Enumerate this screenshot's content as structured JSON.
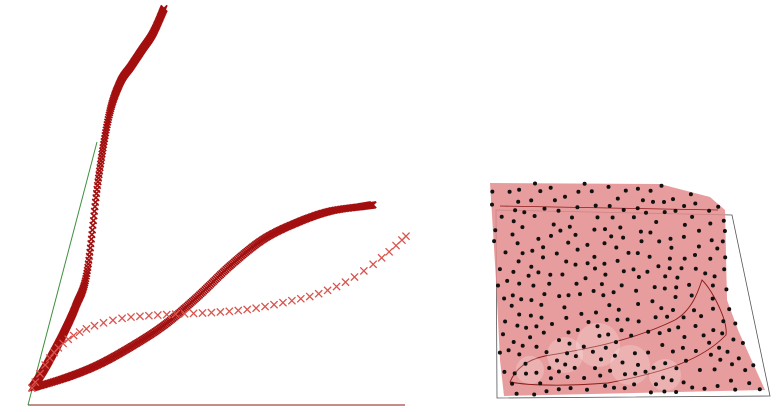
{
  "chart_data": [
    {
      "type": "line",
      "title": "",
      "xlabel": "",
      "ylabel": "",
      "axis_colors": {
        "x": "#8b1a1a",
        "y": "#3f8f3f"
      },
      "series": [
        {
          "marker": "x",
          "color": "#a30f0f",
          "x": [
            0,
            0.1,
            0.2,
            0.3,
            0.4,
            0.5,
            0.6,
            0.7,
            0.8,
            0.9,
            1.0,
            1.1,
            1.2
          ],
          "y": [
            0.0,
            0.1,
            0.22,
            0.35,
            0.5,
            0.7,
            1.25,
            1.65,
            1.85,
            1.95,
            2.05,
            2.15,
            2.3
          ],
          "spacing": "dense"
        },
        {
          "marker": "x",
          "color": "#a30f0f",
          "x": [
            0,
            0.3,
            0.6,
            0.9,
            1.2,
            1.5,
            1.8,
            2.1,
            2.4,
            2.7,
            3.0,
            3.1
          ],
          "y": [
            0.0,
            0.06,
            0.14,
            0.25,
            0.38,
            0.55,
            0.74,
            0.9,
            1.0,
            1.07,
            1.1,
            1.11
          ],
          "spacing": "dense"
        },
        {
          "marker": "x",
          "color": "#d9544d",
          "x": [
            0,
            0.15,
            0.3,
            0.5,
            0.8,
            1.1,
            1.4,
            1.7,
            2.0,
            2.3,
            2.6,
            2.9,
            3.2,
            3.4
          ],
          "y": [
            0.0,
            0.17,
            0.28,
            0.36,
            0.42,
            0.44,
            0.45,
            0.46,
            0.48,
            0.52,
            0.57,
            0.66,
            0.8,
            0.92
          ],
          "spacing": "sparse"
        }
      ]
    },
    {
      "type": "scatter",
      "title": "",
      "surface_color": "#e38c8c",
      "outline_color": "#8b1a1a",
      "point_color": "#111111",
      "point_count": 300
    }
  ]
}
